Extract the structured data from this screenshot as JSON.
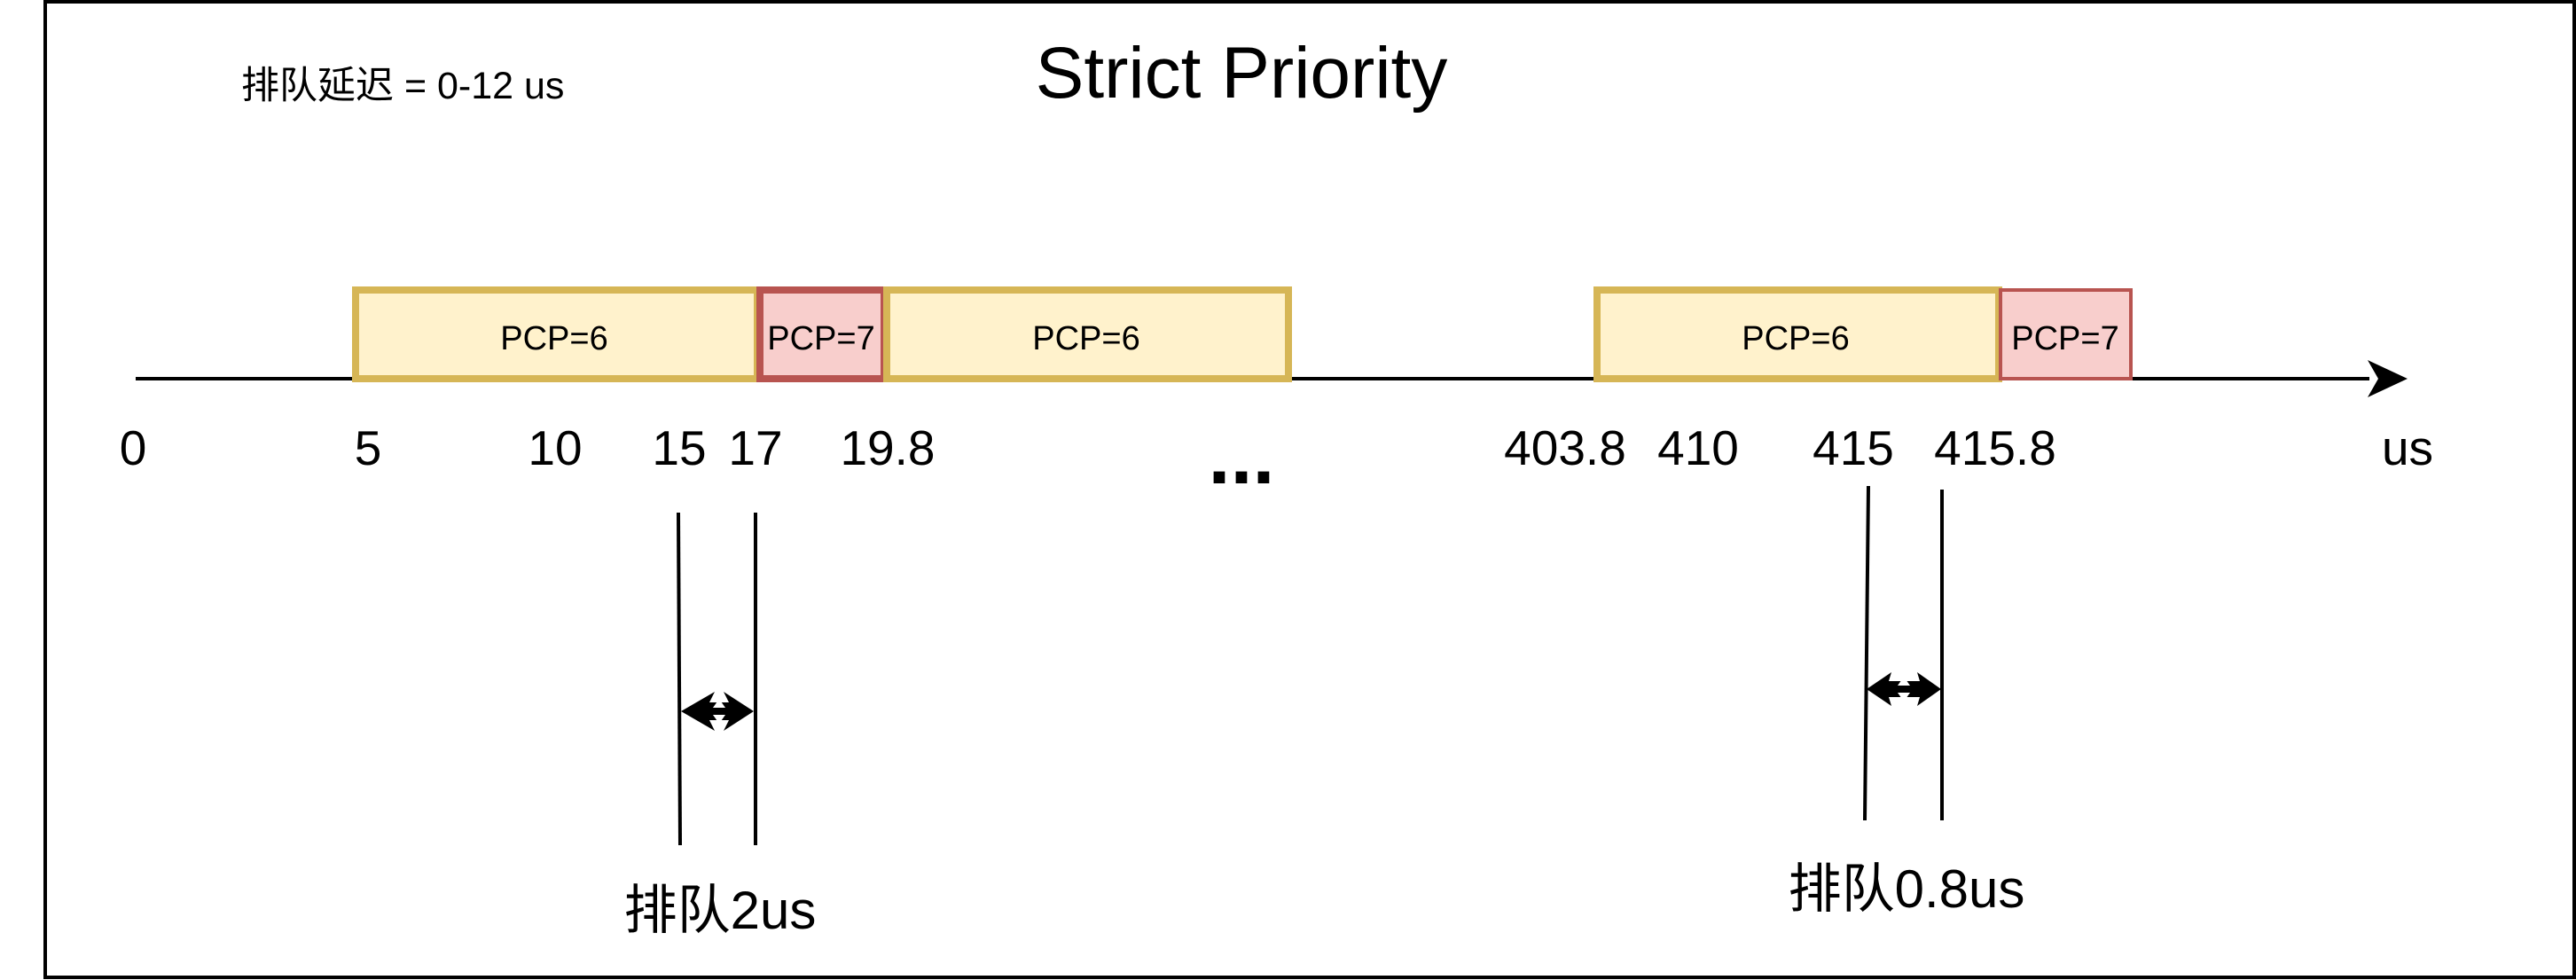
{
  "title": "Strict Priority",
  "queue_delay_label": "排队延迟 = 0-12 us",
  "axis": {
    "unit": "us",
    "ticks": [
      {
        "label": "0"
      },
      {
        "label": "5"
      },
      {
        "label": "10"
      },
      {
        "label": "15"
      },
      {
        "label": "17"
      },
      {
        "label": "19.8"
      },
      {
        "label": "403.8"
      },
      {
        "label": "410"
      },
      {
        "label": "415"
      },
      {
        "label": "415.8"
      }
    ]
  },
  "ellipsis": "...",
  "frames": [
    {
      "label": "PCP=6",
      "priority": 6,
      "start": 5,
      "end": 15
    },
    {
      "label": "PCP=7",
      "priority": 7,
      "start": 15,
      "end": 19.8
    },
    {
      "label": "PCP=6",
      "priority": 6,
      "start": 19.8,
      "end": 29.8
    },
    {
      "label": "PCP=6",
      "priority": 6,
      "start": 403.8,
      "end": 413.8
    },
    {
      "label": "PCP=7",
      "priority": 7,
      "start": 413.8,
      "end": 415.8
    }
  ],
  "delays": [
    {
      "label": "排队2us",
      "from": 15,
      "to": 17
    },
    {
      "label": "排队0.8us",
      "from": 415,
      "to": 415.8
    }
  ],
  "colors": {
    "pcp6_fill": "#fff2cc",
    "pcp6_stroke": "#d6b656",
    "pcp7_fill": "#f8cecc",
    "pcp7_stroke": "#b85450",
    "line": "#000000",
    "border": "#000000"
  }
}
